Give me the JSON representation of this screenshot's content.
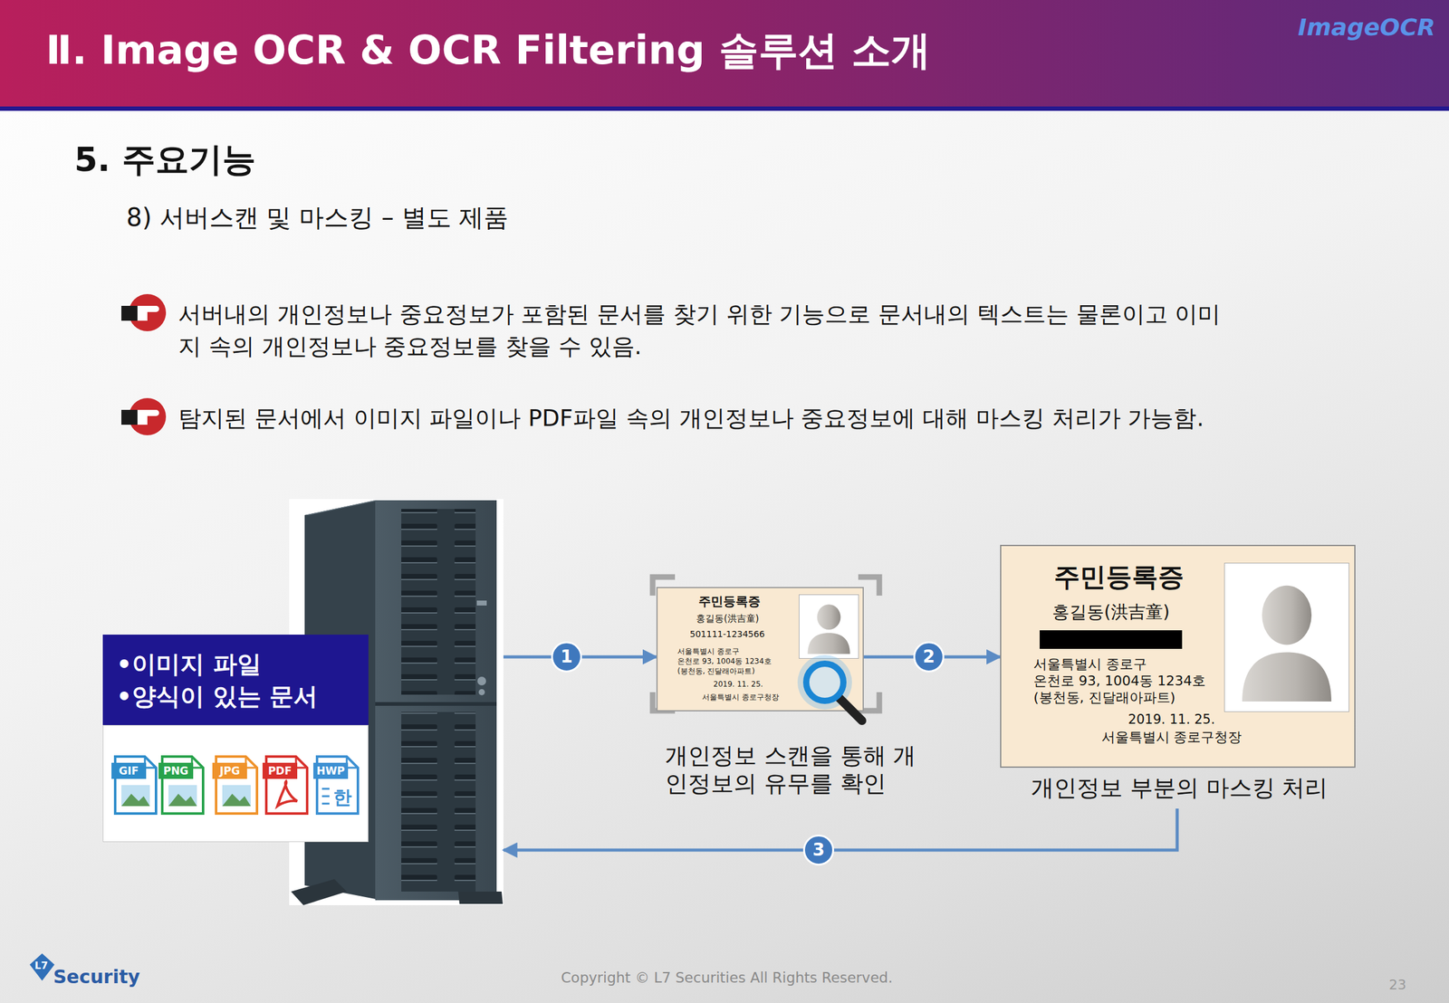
{
  "diagram": {
    "title": "Ⅱ. Image OCR & OCR Filtering 솔루션 소개",
    "nodes": [
      {
        "text": [
          "•이미지 파일",
          "•양식이 있는 문서"
        ]
      },
      {
        "text": [
          "주민등록증",
          "홍길동(洪吉童)",
          "501111-1234566",
          "서울특별시 종로구",
          "온천로 93, 1004동 1234호",
          "(봉천동, 진달래아파트)",
          "2019. 11. 25.",
          "서울특별시 종로구청장",
          "개인정보 스캔을 통해 개인정보의 유무를 확인"
        ]
      },
      {
        "text": [
          "주민등록증",
          "홍길동(洪吉童)",
          "서울특별시 종로구",
          "온천로 93, 1004동 1234호",
          "(봉천동, 진달래아파트)",
          "2019. 11. 25.",
          "서울특별시 종로구청장",
          "개인정보 부분의 마스킹 처리"
        ]
      }
    ],
    "edges": [
      {
        "from": 0,
        "to": 1,
        "arrow": "to",
        "label": "1"
      },
      {
        "from": 1,
        "to": 2,
        "arrow": "to",
        "label": "2"
      },
      {
        "from": 2,
        "to": 0,
        "arrow": "to",
        "label": "3"
      }
    ],
    "labels": [
      "5. 주요기능",
      "8) 서버스캔 및 마스킹 – 별도 제품",
      "서버내의 개인정보나 중요정보가 포함된 문서를 찾기 위한 기능으로 문서내의 텍스트는 물론이고 이미지 속의 개인정보나 중요정보를 찾을 수 있음.",
      "탐지된 문서에서 이미지 파일이나 PDF파일 속의 개인정보나 중요정보에 대해 마스킹 처리가 가능함.",
      "GIF",
      "PNG",
      "JPG",
      "PDF",
      "HWP",
      "한",
      "ImageOCR",
      "L7",
      "Security",
      "Copyright © L7 Securities All Rights Reserved.",
      "23"
    ]
  }
}
